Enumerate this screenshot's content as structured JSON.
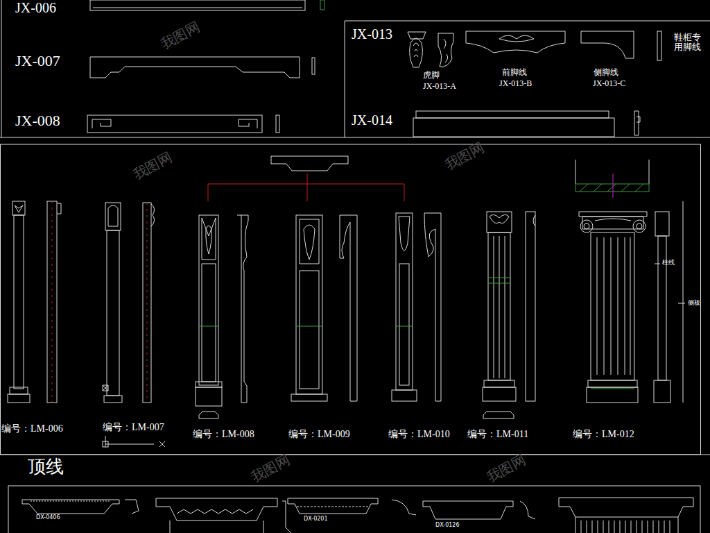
{
  "diagram": {
    "labels": [
      "JX-006",
      "JX-007",
      "JX-008",
      "JX-013",
      "虎脚",
      "JX-013-A",
      "前脚线",
      "JX-013-B",
      "侧脚线",
      "JX-013-C",
      "鞋柜专 用脚线",
      "JX-014",
      "编号：LM-006",
      "编号：LM-007",
      "编号：LM-008",
      "编号：LM-009",
      "编号：LM-010",
      "编号：LM-011",
      "编号：LM-012",
      "柱线",
      "侧板",
      "顶线",
      "DX-0406",
      "DX-0201",
      "DX-0126",
      "我图网",
      "我图网",
      "我图网",
      "我图网",
      "我图网"
    ]
  }
}
